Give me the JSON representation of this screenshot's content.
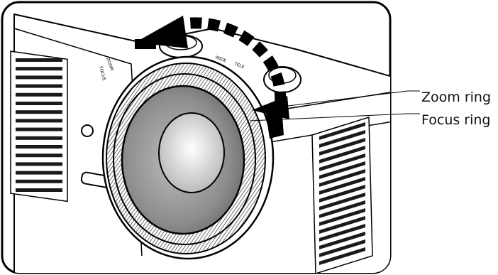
{
  "labels": {
    "zoom_ring": "Zoom ring",
    "focus_ring": "Focus ring"
  },
  "lens_markings": {
    "left_text_1": "ZOOM",
    "left_text_2": "FOCUS",
    "top_text_1": "WIDE",
    "top_text_2": "TELE"
  },
  "colors": {
    "outline": "#000000",
    "body": "#ffffff",
    "vent": "#1a1a1a",
    "lens_glass": "#9a9a9a",
    "lens_center": "#d8d8d8"
  }
}
